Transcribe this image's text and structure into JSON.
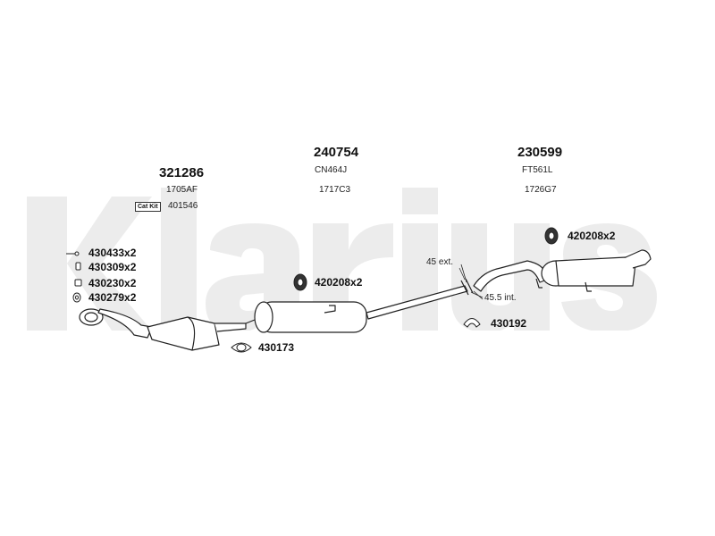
{
  "watermark": {
    "brand_text": "Klarius",
    "color": "#9a9a9a"
  },
  "parts": {
    "cat": {
      "part_no": "321286",
      "ref": "1705AF",
      "kit_badge": "Cat Kit",
      "kit_no": "401546"
    },
    "center": {
      "part_no": "240754",
      "ref1": "CN464J",
      "ref2": "1717C3"
    },
    "rear": {
      "part_no": "230599",
      "ref1": "FT561L",
      "ref2": "1726G7"
    }
  },
  "accessories": {
    "left_list": [
      {
        "label": "430433x2",
        "icon": "bolt-icon"
      },
      {
        "label": "430309x2",
        "icon": "spring-icon"
      },
      {
        "label": "430230x2",
        "icon": "nut-icon"
      },
      {
        "label": "430279x2",
        "icon": "washer-icon"
      }
    ],
    "center_mount": {
      "label": "420208x2",
      "icon": "rubber-mount-icon"
    },
    "rear_mount": {
      "label": "420208x2",
      "icon": "rubber-mount-icon"
    },
    "gasket": {
      "label": "430173",
      "icon": "gasket-icon"
    },
    "clamp": {
      "label": "430192",
      "icon": "clamp-icon"
    }
  },
  "notes": {
    "ext_length": "45 ext.",
    "int_length": "45.5 int."
  },
  "colors": {
    "line": "#222222",
    "fill": "#ffffff"
  }
}
